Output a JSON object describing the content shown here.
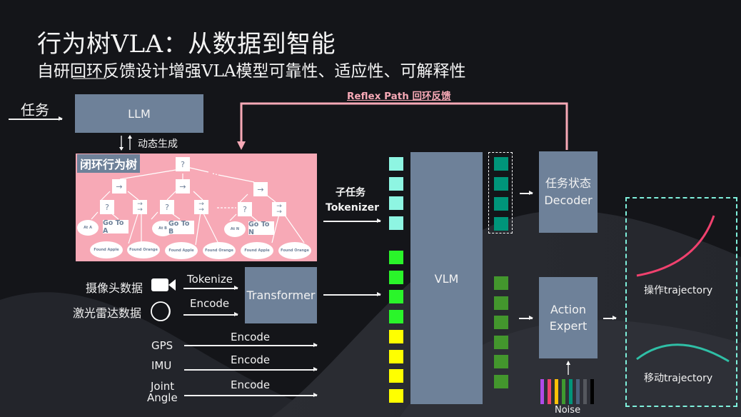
{
  "slide": {
    "title": "行为树VLA：从数据到智能",
    "subtitle": "自研回环反馈设计增强VLA模型可靠性、适应性、可解释性"
  },
  "task_input": {
    "label": "任务"
  },
  "llm": {
    "label": "LLM",
    "link_label": "动态生成"
  },
  "reflex_path": {
    "label": "Reflex Path 回环反馈",
    "color": "#f7a9b6"
  },
  "behavior_tree": {
    "title": "闭环行为树",
    "background_color": "#f7a9b6",
    "root_symbol": "?",
    "fallback_symbol": "?",
    "sequence_symbol": "→",
    "branches": [
      {
        "condition": "At A",
        "action": "Go To A",
        "leaves": [
          "Found Apple",
          "Found Orange"
        ]
      },
      {
        "condition": "At B",
        "action": "Go To B",
        "leaves": [
          "Found Apple",
          "Found Orange"
        ]
      },
      {
        "condition": "At N",
        "action": "Go To N",
        "leaves": [
          "Found Apple",
          "Found Orange"
        ]
      }
    ]
  },
  "subtask_tokenizer": {
    "line1": "子任务",
    "line2": "Tokenizer"
  },
  "sensors": {
    "camera": {
      "label": "摄像头数据",
      "op": "Tokenize",
      "icon": "video-camera-icon"
    },
    "lidar": {
      "label": "激光雷达数据",
      "op": "Encode",
      "icon": "eye-icon"
    },
    "gps": {
      "label": "GPS",
      "op": "Encode"
    },
    "imu": {
      "label": "IMU",
      "op": "Encode"
    },
    "joint": {
      "line1": "Joint",
      "line2": "Angle",
      "op": "Encode"
    }
  },
  "transformer": {
    "label": "Transformer"
  },
  "vlm": {
    "label": "VLM"
  },
  "token_colors": {
    "subtask": "#8ef5e2",
    "perception": "#2af52a",
    "proprio": "#ffff00",
    "state_out": "#00957a",
    "action_out": "#43962d"
  },
  "token_counts": {
    "subtask": 4,
    "perception": 4,
    "proprio": 4,
    "state_out": 4,
    "action_out": 6
  },
  "decoder": {
    "line1": "任务状态",
    "line2": "Decoder"
  },
  "action_expert": {
    "line1": "Action",
    "line2": "Expert"
  },
  "noise": {
    "label": "Noise",
    "colors": [
      "#b04be8",
      "#f0416e",
      "#ffc107",
      "#3f9a2f",
      "#00957a",
      "#4a607c",
      "#55585e",
      "#000000"
    ]
  },
  "outputs": {
    "manipulation": {
      "label": "操作trajectory",
      "color": "#f0416e"
    },
    "locomotion": {
      "label": "移动trajectory",
      "color": "#2fbfa6"
    },
    "border_color": "#7ff0dc"
  }
}
